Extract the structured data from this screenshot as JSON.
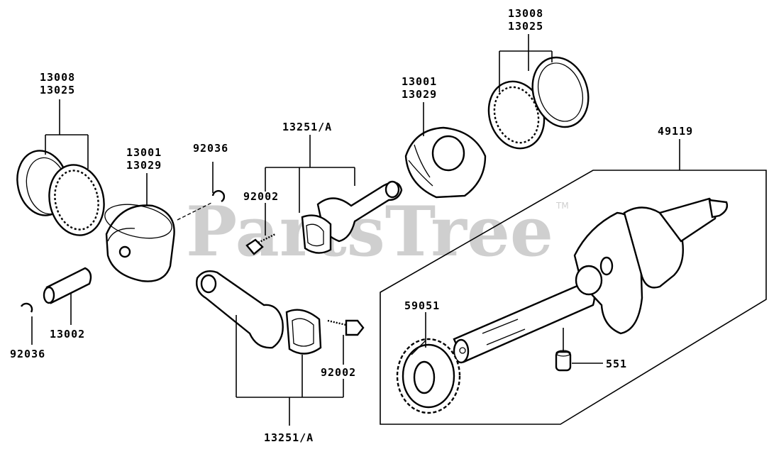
{
  "watermark": {
    "text": "PartsTree",
    "trademark": "TM"
  },
  "labels": {
    "rings_left_1": "13008",
    "rings_left_2": "13025",
    "piston_left_1": "13001",
    "piston_left_2": "13029",
    "clip_top": "92036",
    "pin": "13002",
    "clip_bottom": "92036",
    "bolt_top": "92002",
    "rod_top": "13251/A",
    "piston_right_1": "13001",
    "piston_right_2": "13029",
    "rings_right_1": "13008",
    "rings_right_2": "13025",
    "crank": "49119",
    "gear": "59051",
    "bolt_bottom": "92002",
    "key": "551",
    "rod_bottom": "13251/A"
  },
  "colors": {
    "ink": "#000000",
    "watermark": "#cfcfcf",
    "background": "#ffffff"
  }
}
